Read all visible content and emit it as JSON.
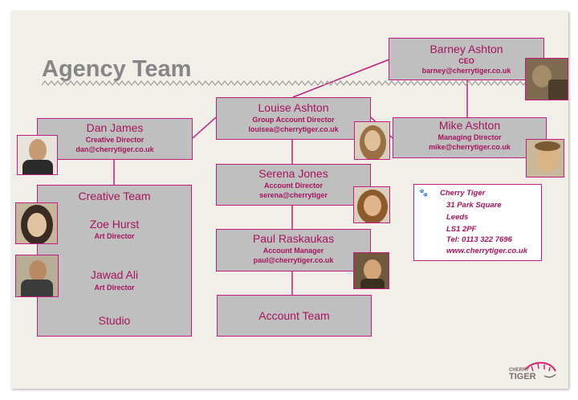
{
  "title": "Agency Team",
  "people": {
    "barney": {
      "name": "Barney Ashton",
      "role": "CEO",
      "email": "barney@cherrytiger.co.uk"
    },
    "louise": {
      "name": "Louise Ashton",
      "role": "Group Account Director",
      "email": "louisea@cherrytiger.co.uk"
    },
    "mike": {
      "name": "Mike Ashton",
      "role": "Managing Director",
      "email": "mike@cherrytiger.co.uk"
    },
    "dan": {
      "name": "Dan James",
      "role": "Creative Director",
      "email": "dan@cherrytiger.co.uk"
    },
    "serena": {
      "name": "Serena Jones",
      "role": "Account Director",
      "email": "serena@cherrytiger"
    },
    "paul": {
      "name": "Paul Raskaukas",
      "role": "Account Manager",
      "email": "paul@cherrytiger.co.uk"
    }
  },
  "creative_team": {
    "title": "Creative Team",
    "members": [
      {
        "name": "Zoe Hurst",
        "role": "Art Director"
      },
      {
        "name": "Jawad Ali",
        "role": "Art Director"
      }
    ],
    "studio": "Studio"
  },
  "account_team": {
    "title": "Account Team"
  },
  "contact": {
    "lines": [
      "Cherry Tiger",
      "31 Park Square",
      "Leeds",
      "LS1 2PF",
      "Tel: 0113 322 7696",
      "www.cherrytiger.co.uk"
    ]
  },
  "logo": {
    "word": "CHERRY TIGER"
  },
  "colors": {
    "accent": "#c21e7f",
    "text": "#a4145f",
    "box": "#c0bfbf",
    "background": "#f1efe7",
    "title": "#868686"
  }
}
